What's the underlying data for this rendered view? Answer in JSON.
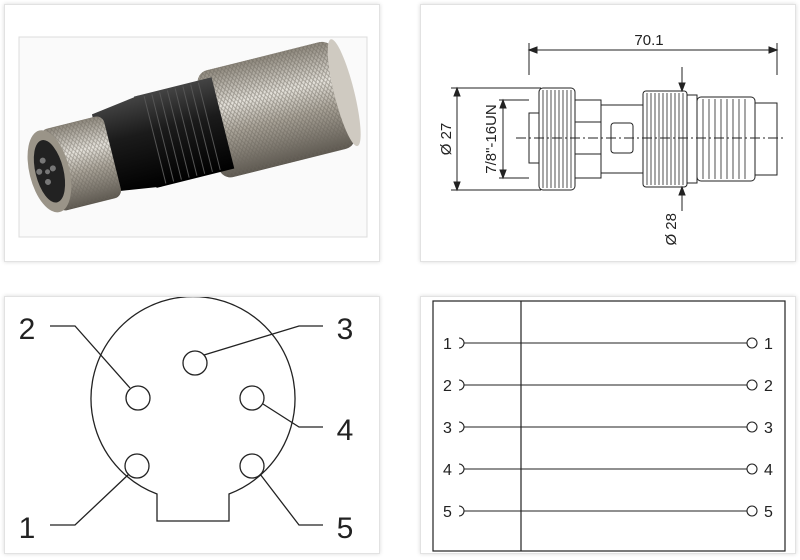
{
  "dimensions": {
    "length": "70.1",
    "diameter_outer": "Ø 27",
    "thread": "7/8\"-16UN",
    "diameter_body": "Ø 28"
  },
  "pinout": {
    "pins": [
      {
        "label": "1"
      },
      {
        "label": "2"
      },
      {
        "label": "3"
      },
      {
        "label": "4"
      },
      {
        "label": "5"
      }
    ]
  },
  "wiring": {
    "rows": [
      {
        "left": "1",
        "right": "1"
      },
      {
        "left": "2",
        "right": "2"
      },
      {
        "left": "3",
        "right": "3"
      },
      {
        "left": "4",
        "right": "4"
      },
      {
        "left": "5",
        "right": "5"
      }
    ]
  },
  "colors": {
    "line": "#222222",
    "nickel": "#b8b4ab",
    "black_part": "#1c1c1c"
  }
}
